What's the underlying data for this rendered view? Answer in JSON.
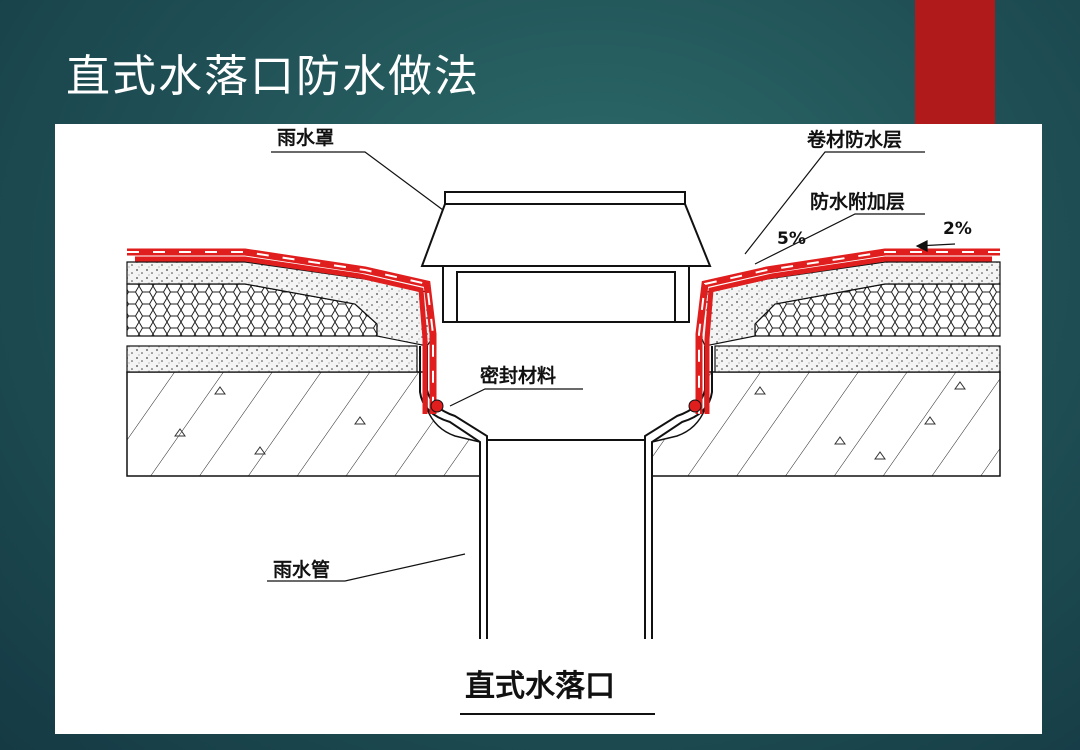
{
  "slide": {
    "title": "直式水落口防水做法"
  },
  "diagram": {
    "caption": "直式水落口",
    "labels": {
      "rain_cover": "雨水罩",
      "membrane_layer": "卷材防水层",
      "additional_layer": "防水附加层",
      "slope_5": "5%",
      "slope_2": "2%",
      "sealant": "密封材料",
      "rain_pipe": "雨水管"
    },
    "colors": {
      "membrane": "#e01e1e",
      "background_accent": "#b01a1a",
      "line": "#111111"
    }
  }
}
